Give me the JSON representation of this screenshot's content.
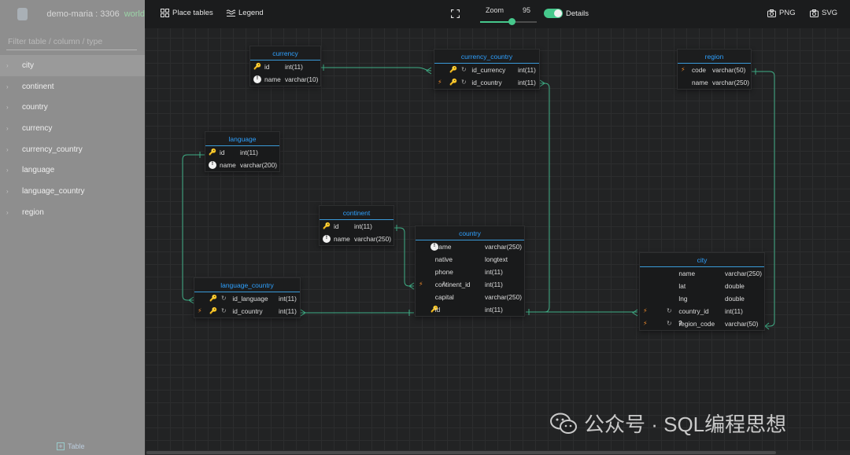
{
  "connection": {
    "name": "demo-maria : 3306",
    "schema": "world"
  },
  "sidebar": {
    "filter_placeholder": "Filter table / column / type",
    "tables": [
      "city",
      "continent",
      "country",
      "currency",
      "currency_country",
      "language",
      "language_country",
      "region"
    ],
    "add_label": "Table"
  },
  "toolbar": {
    "place_tables": "Place tables",
    "legend": "Legend",
    "zoom_label": "Zoom",
    "zoom_value": "95",
    "zoom_level": 0.95,
    "details_label": "Details",
    "details_on": true,
    "png": "PNG",
    "svg": "SVG"
  },
  "tables": {
    "currency": {
      "title": "currency",
      "rows": [
        {
          "icons": [
            "key"
          ],
          "name": "id",
          "type": "int(11)"
        },
        {
          "icons": [
            "uniq"
          ],
          "name": "name",
          "type": "varchar(10)"
        }
      ]
    },
    "currency_country": {
      "title": "currency_country",
      "rows": [
        {
          "icons": [
            "key",
            "idx"
          ],
          "name": "id_currency",
          "type": "int(11)"
        },
        {
          "icons": [
            "fk",
            "key",
            "idx"
          ],
          "name": "id_country",
          "type": "int(11)"
        }
      ]
    },
    "region": {
      "title": "region",
      "rows": [
        {
          "icons": [
            "fk"
          ],
          "name": "code",
          "type": "varchar(50)"
        },
        {
          "icons": [],
          "name": "name",
          "type": "varchar(250)"
        }
      ]
    },
    "language": {
      "title": "language",
      "rows": [
        {
          "icons": [
            "key"
          ],
          "name": "id",
          "type": "int(11)"
        },
        {
          "icons": [
            "uniq"
          ],
          "name": "name",
          "type": "varchar(200)"
        }
      ]
    },
    "continent": {
      "title": "continent",
      "rows": [
        {
          "icons": [
            "key"
          ],
          "name": "id",
          "type": "int(11)"
        },
        {
          "icons": [
            "uniq"
          ],
          "name": "name",
          "type": "varchar(250)"
        }
      ]
    },
    "country": {
      "title": "country",
      "rows": [
        {
          "icons": [
            "uniq"
          ],
          "name": "name",
          "type": "varchar(250)"
        },
        {
          "icons": [],
          "name": "native",
          "type": "longtext"
        },
        {
          "icons": [],
          "name": "phone",
          "type": "int(11)"
        },
        {
          "icons": [
            "fk",
            "idx"
          ],
          "name": "continent_id",
          "type": "int(11)"
        },
        {
          "icons": [],
          "name": "capital",
          "type": "varchar(250)"
        },
        {
          "icons": [
            "key"
          ],
          "name": "id",
          "type": "int(11)"
        }
      ]
    },
    "language_country": {
      "title": "language_country",
      "rows": [
        {
          "icons": [
            "key",
            "idx"
          ],
          "name": "id_language",
          "type": "int(11)"
        },
        {
          "icons": [
            "fk",
            "key",
            "idx"
          ],
          "name": "id_country",
          "type": "int(11)"
        }
      ]
    },
    "city": {
      "title": "city",
      "rows": [
        {
          "icons": [],
          "name": "name",
          "type": "varchar(250)"
        },
        {
          "icons": [],
          "name": "lat",
          "type": "double"
        },
        {
          "icons": [],
          "name": "lng",
          "type": "double"
        },
        {
          "icons": [
            "fk",
            "idx"
          ],
          "name": "country_id",
          "type": "int(11)"
        },
        {
          "icons": [
            "fk",
            "idx",
            "null"
          ],
          "name": "region_code",
          "type": "varchar(50)"
        }
      ]
    }
  },
  "colors": {
    "accent": "#46c88c",
    "title_blue": "#2ea1ff",
    "key": "#e6a829",
    "fk": "#ef8a2c",
    "link": "#3fae86"
  },
  "watermark": "公众号 · SQL编程思想"
}
